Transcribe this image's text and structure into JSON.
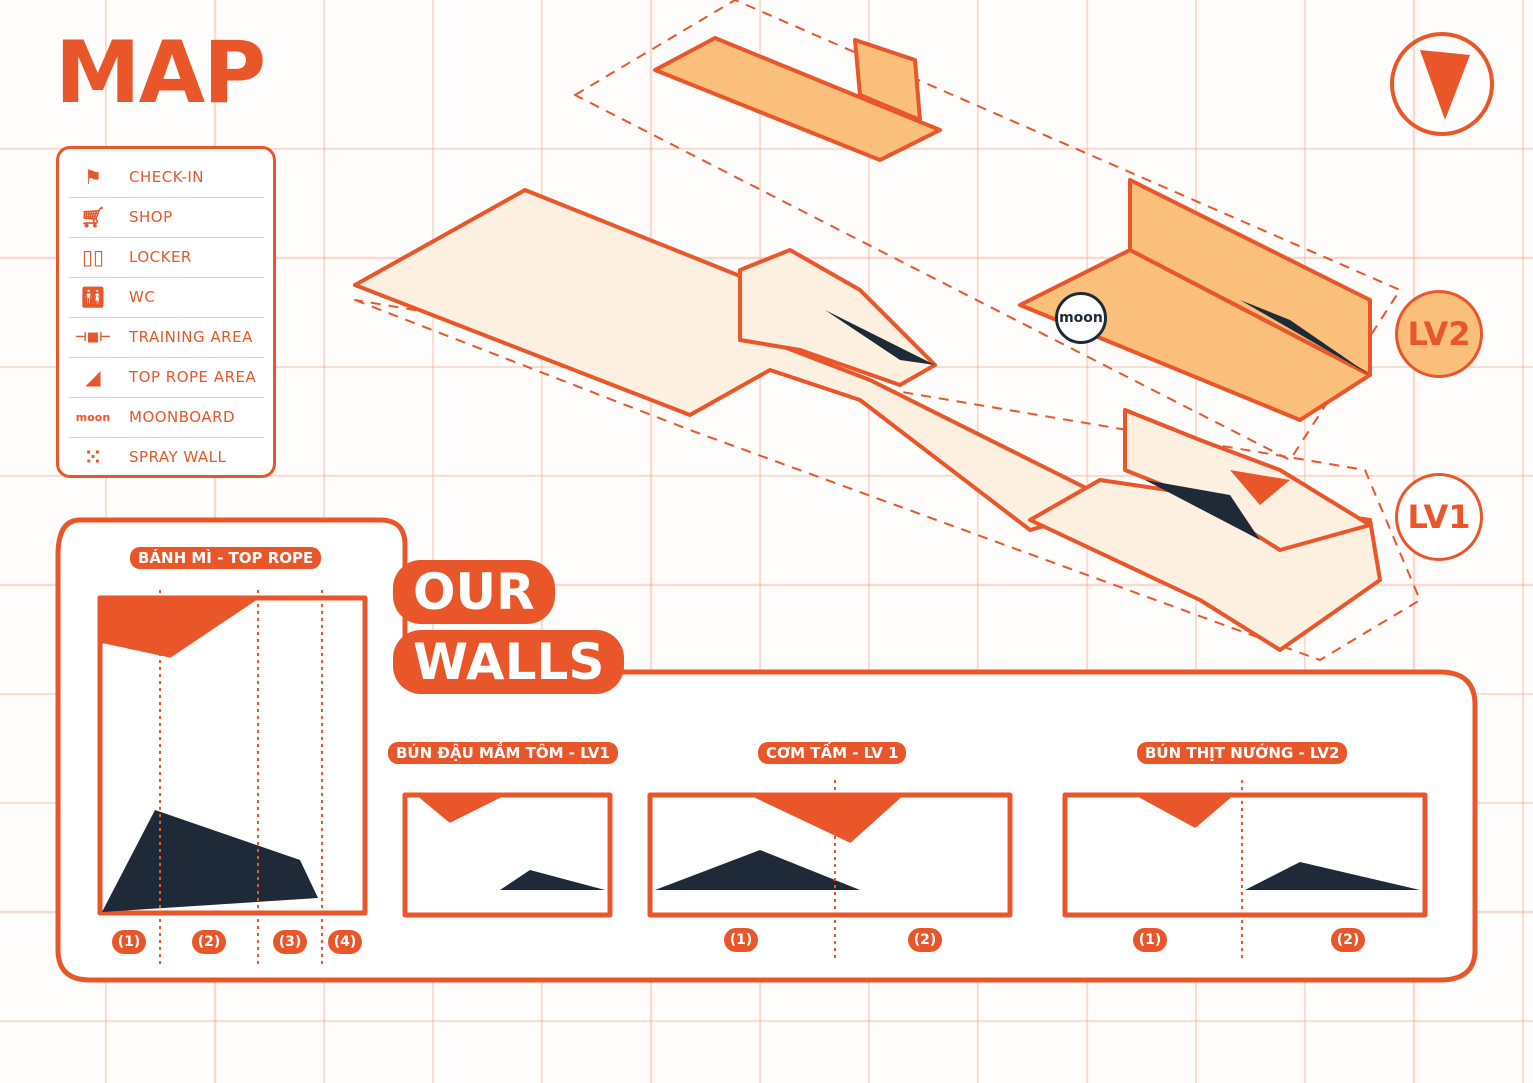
{
  "title": "MAP",
  "legend": [
    {
      "icon": "flag-icon",
      "glyph": "⚑",
      "label": "CHECK-IN"
    },
    {
      "icon": "cart-icon",
      "glyph": "🛒︎",
      "label": "SHOP"
    },
    {
      "icon": "locker-icon",
      "glyph": "▯▯",
      "label": "LOCKER"
    },
    {
      "icon": "wc-icon",
      "glyph": "🚻︎",
      "label": "WC"
    },
    {
      "icon": "dumbbell-icon",
      "glyph": "⊣■⊢",
      "label": "TRAINING AREA"
    },
    {
      "icon": "top-rope-icon",
      "glyph": "◢",
      "label": "TOP ROPE AREA"
    },
    {
      "icon": "moonboard-icon",
      "glyph": "moon",
      "label": "MOONBOARD"
    },
    {
      "icon": "spray-wall-icon",
      "glyph": "⁙",
      "label": "SPRAY WALL"
    }
  ],
  "levels": {
    "lv1": "LV1",
    "lv2": "LV2"
  },
  "moon_label": "moon",
  "walls_title": {
    "line1": "OUR",
    "line2": "WALLS"
  },
  "walls": [
    {
      "name": "BÁNH MÌ - TOP ROPE",
      "sections": [
        "(1)",
        "(2)",
        "(3)",
        "(4)"
      ]
    },
    {
      "name": "BÚN ĐẬU MẮM TÔM - LV1",
      "sections": []
    },
    {
      "name": "CƠM TẤM - LV 1",
      "sections": [
        "(1)",
        "(2)"
      ]
    },
    {
      "name": "BÚN THỊT NƯỚNG - LV2",
      "sections": [
        "(1)",
        "(2)"
      ]
    }
  ],
  "colors": {
    "accent": "#e8562a",
    "floor": "#fdf0e0",
    "lv2": "#fbbf7c",
    "hold": "#1f2a38"
  }
}
